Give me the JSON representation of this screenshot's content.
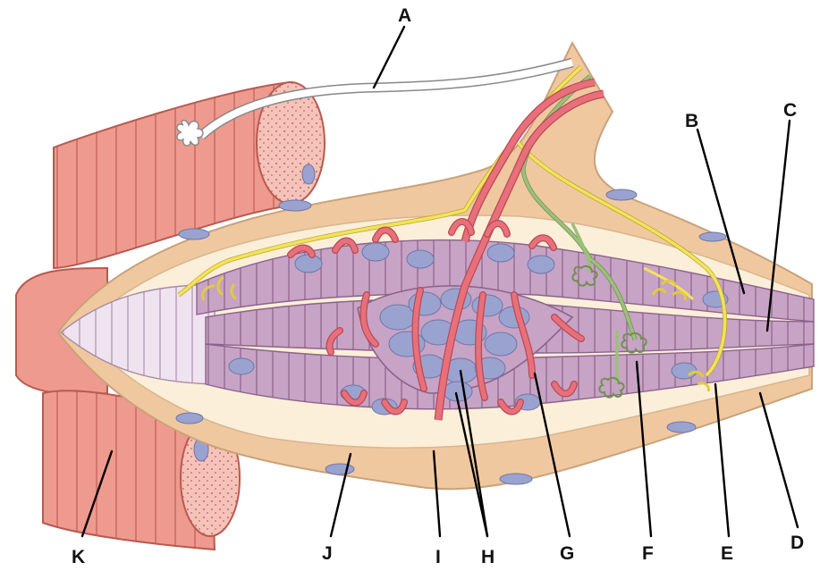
{
  "labels": {
    "A": "A",
    "B": "B",
    "C": "C",
    "D": "D",
    "E": "E",
    "F": "F",
    "G": "G",
    "H": "H",
    "I": "I",
    "J": "J",
    "K": "K"
  },
  "colors": {
    "muscle": "#ee9a8f",
    "muscle_line": "#c7675d",
    "muscle_end": "#f4c3b9",
    "capsule": "#f0c8a0",
    "capsule_light": "#fbefd9",
    "capsule_edge": "#c9a27a",
    "intrafusal": "#c7a3c5",
    "intrafusal_dark": "#a37aa3",
    "intrafusal_pale": "#efe3ef",
    "nucleus": "#9aa3d0",
    "nucleus_edge": "#6e77a6",
    "sensory_axon": "#e8707a",
    "sensory_edge": "#b94a55",
    "motor_axon": "#f3e25b",
    "gamma_axon": "#9cbf7a",
    "white_axon": "#ffffff"
  },
  "icons": [
    "nerve-fiber-a",
    "nuclear-bag",
    "annulospiral-ending",
    "flower-spray-ending",
    "motor-endplate"
  ]
}
